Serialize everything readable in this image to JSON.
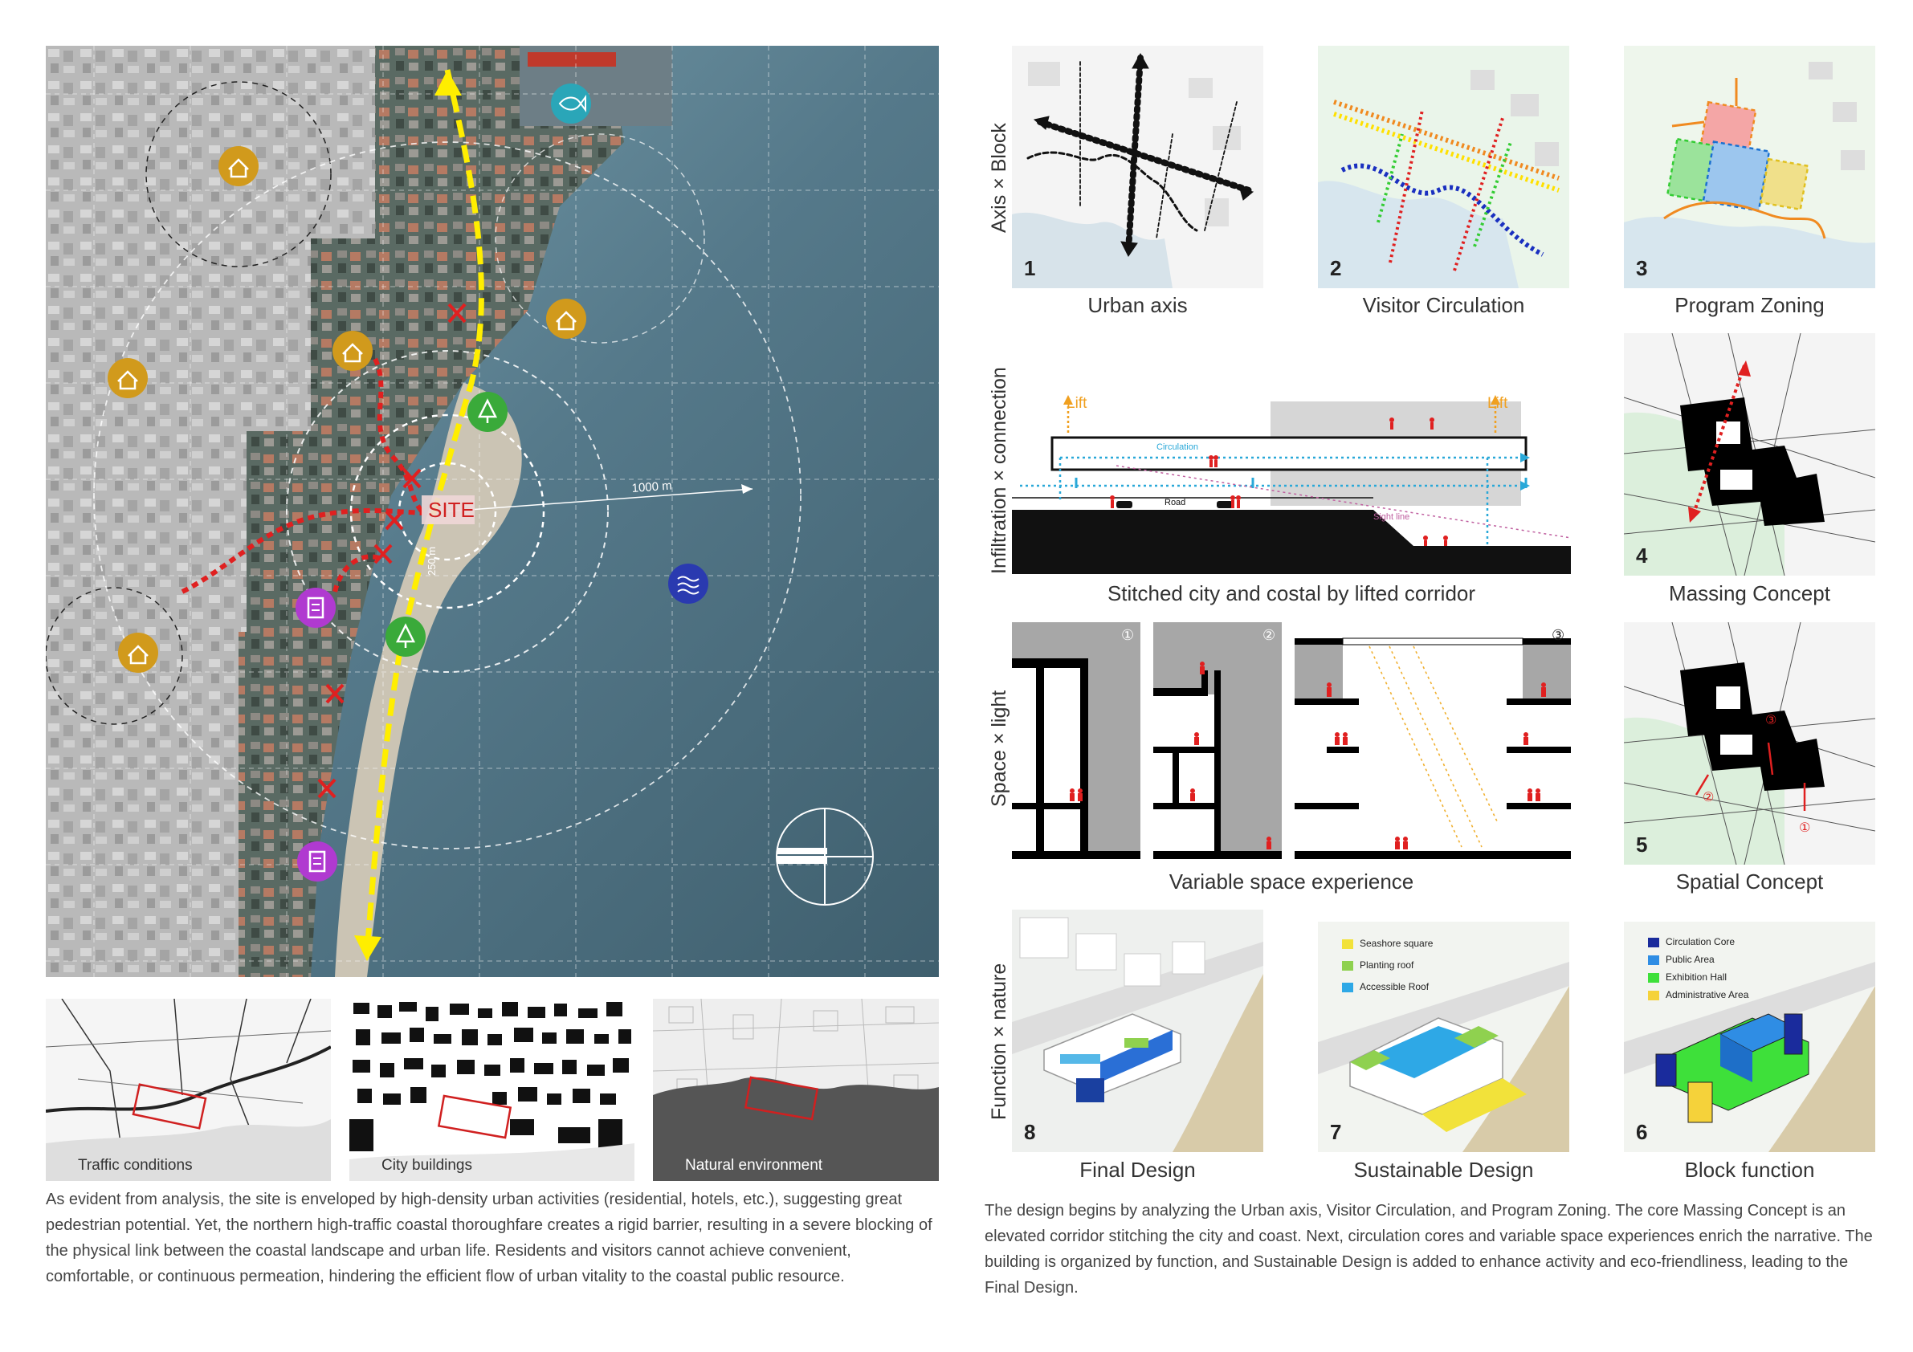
{
  "site_map": {
    "site_label": "SITE",
    "radius_1000": "1000 m",
    "radius_250": "250 m"
  },
  "thumbs": [
    {
      "label": "Traffic conditions"
    },
    {
      "label": "City buildings"
    },
    {
      "label": "Natural environment"
    }
  ],
  "left_paragraph": "As evident from analysis, the site is enveloped by high-density urban activities (residential, hotels, etc.), suggesting great pedestrian potential. Yet, the northern high-traffic coastal thoroughfare creates a rigid barrier, resulting in a severe blocking of the physical link between the coastal landscape and urban life. Residents and visitors cannot achieve convenient, comfortable, or continuous permeation, hindering the efficient flow of urban vitality to the coastal public resource.",
  "rows": [
    {
      "label": "Axis × Block"
    },
    {
      "label": "Infiltration × connection"
    },
    {
      "label": "Space × light"
    },
    {
      "label": "Function × nature"
    }
  ],
  "diagrams": {
    "d1": {
      "num": "1",
      "caption": "Urban axis"
    },
    "d2": {
      "num": "2",
      "caption": "Visitor Circulation"
    },
    "d3": {
      "num": "3",
      "caption": "Program Zoning"
    },
    "d4": {
      "num": "4",
      "caption": "Massing Concept"
    },
    "d5": {
      "num": "5",
      "caption": "Spatial Concept"
    },
    "d6": {
      "num": "6",
      "caption": "Block function"
    },
    "d7": {
      "num": "7",
      "caption": "Sustainable Design"
    },
    "d8": {
      "num": "8",
      "caption": "Final Design"
    },
    "section": {
      "caption": "Stitched city and costal by lifted corridor",
      "lift_left": "Lift",
      "lift_right": "Lift",
      "circulation": "Circulation",
      "road": "Road",
      "sight_line": "Sight line"
    },
    "variable": {
      "caption": "Variable space experience",
      "marks": [
        "①",
        "②",
        "③"
      ]
    },
    "spatial_marks": [
      "①",
      "②",
      "③"
    ]
  },
  "legend_sustainable": [
    {
      "label": "Seashore square",
      "color": "#f2e23a"
    },
    {
      "label": "Planting roof",
      "color": "#8fd14f"
    },
    {
      "label": "Accessible Roof",
      "color": "#2ea8e6"
    }
  ],
  "legend_block": [
    {
      "label": "Circulation Core",
      "color": "#1a2b9c"
    },
    {
      "label": "Public Area",
      "color": "#2f8de4"
    },
    {
      "label": "Exhibition Hall",
      "color": "#3ee03a"
    },
    {
      "label": "Administrative Area",
      "color": "#f5d23a"
    }
  ],
  "right_paragraph": "The design begins by analyzing the Urban axis, Visitor Circulation, and Program Zoning. The core Massing Concept is an elevated corridor stitching the city and coast. Next, circulation cores and variable space experiences enrich the narrative. The building is organized by function, and Sustainable Design is added to enhance activity and eco-friendliness, leading to the Final Design."
}
